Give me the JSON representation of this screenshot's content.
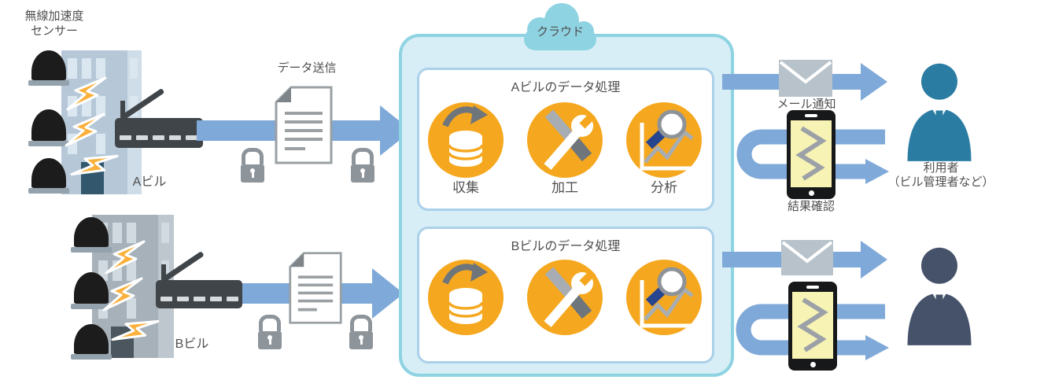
{
  "diagram": {
    "source_label": {
      "line1": "無線加速度",
      "line2": "センサー"
    },
    "building_a": {
      "label": "Aビル"
    },
    "building_b": {
      "label": "Bビル"
    },
    "transmission": {
      "label": "データ送信"
    },
    "cloud": {
      "label": "クラウド"
    },
    "process_a": {
      "title": "Aビルのデータ処理",
      "steps": {
        "collect": "収集",
        "process": "加工",
        "analyze": "分析"
      }
    },
    "process_b": {
      "title": "Bビルのデータ処理"
    },
    "outputs": {
      "mail": "メール通知",
      "result": "結果確認"
    },
    "user": {
      "line1": "利用者",
      "line2": "（ビル管理者など）"
    }
  },
  "colors": {
    "arrow_blue": "#7fa9d8",
    "cloud_fill": "#d7eef6",
    "cloud_border": "#8ed3e2",
    "box_border": "#abd0ea",
    "orange": "#f5a81f",
    "building_a_wall": "#b6c8d8",
    "building_a_window": "#dbe7f0",
    "building_b_wall": "#a7b1b9",
    "building_b_window": "#d0dae0",
    "device_dark": "#3f4549",
    "lightning": "#fbb03b",
    "user_a": "#2b7ca3",
    "user_b": "#46526a",
    "gray_icon": "#8d949a",
    "phone_screen": "#f7f3b4",
    "envelope": "#b7c2ca",
    "text": "#4f4f4f"
  }
}
